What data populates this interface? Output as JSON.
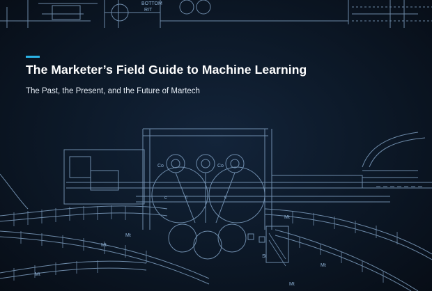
{
  "cover": {
    "title": "The Marketer’s Field Guide to Machine Learning",
    "subtitle": "The Past, the Present, and the Future of Martech",
    "accent_color": "#2bb3e6",
    "background_color": "#0b1420",
    "line_color": "#8fb2d6"
  },
  "blueprint": {
    "labels": {
      "bottom": "BOTTOM",
      "rit": "RIT",
      "co1": "Co",
      "co2": "Co",
      "mt1": "Mt",
      "mt2": "Mt",
      "mt3": "Mt",
      "mt4": "Mt",
      "mt5": "Mt",
      "mt6": "Mt",
      "st": "St",
      "c1": "c",
      "c2": "c",
      "c3": "c"
    }
  }
}
